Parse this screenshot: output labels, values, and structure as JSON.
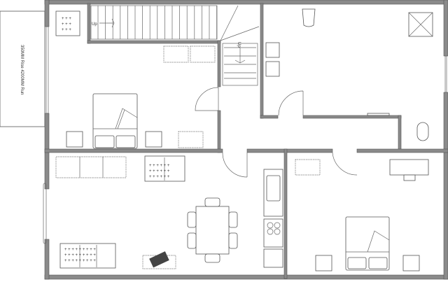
{
  "deck": {
    "label": "350MM Rise  4200MM Run"
  },
  "stairs": {
    "main_up_label": "Up",
    "landing_up_label": "Up"
  },
  "colors": {
    "wall": "#8a8a8a",
    "line": "#555555"
  }
}
